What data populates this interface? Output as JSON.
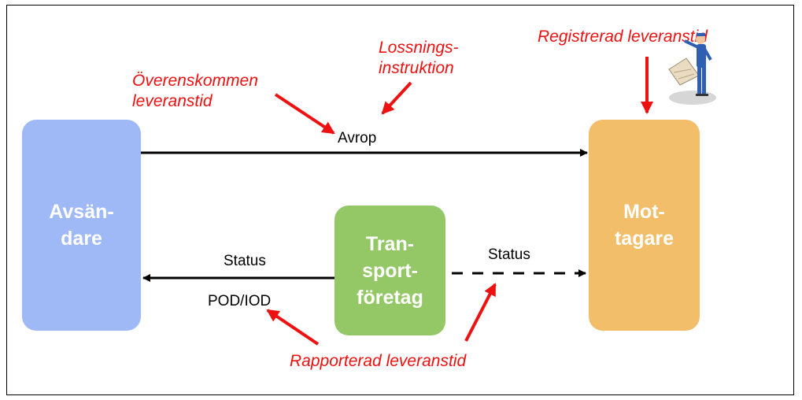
{
  "boxes": {
    "sender": {
      "line1": "Avsän-",
      "line2": "dare",
      "color": "#9fb8f6"
    },
    "transport": {
      "line1": "Tran-",
      "line2": "sport-",
      "line3": "företag",
      "color": "#94c765"
    },
    "receiver": {
      "line1": "Mot-",
      "line2": "tagare",
      "color": "#f3be6a"
    }
  },
  "flow_labels": {
    "avrop": "Avrop",
    "status_left": "Status",
    "pod_iod": "POD/IOD",
    "status_right": "Status"
  },
  "annotations": {
    "overenskommen_line1": "Överenskommen",
    "overenskommen_line2": "leveranstid",
    "lossnings_line1": "Lossnings-",
    "lossnings_line2": "instruktion",
    "registrerad": "Registrerad leveranstid",
    "rapporterad": "Rapporterad leveranstid"
  },
  "colors": {
    "annotation": "#ee1111",
    "arrow": "#000000"
  },
  "icons": {
    "worker": "worker-with-map-icon"
  }
}
